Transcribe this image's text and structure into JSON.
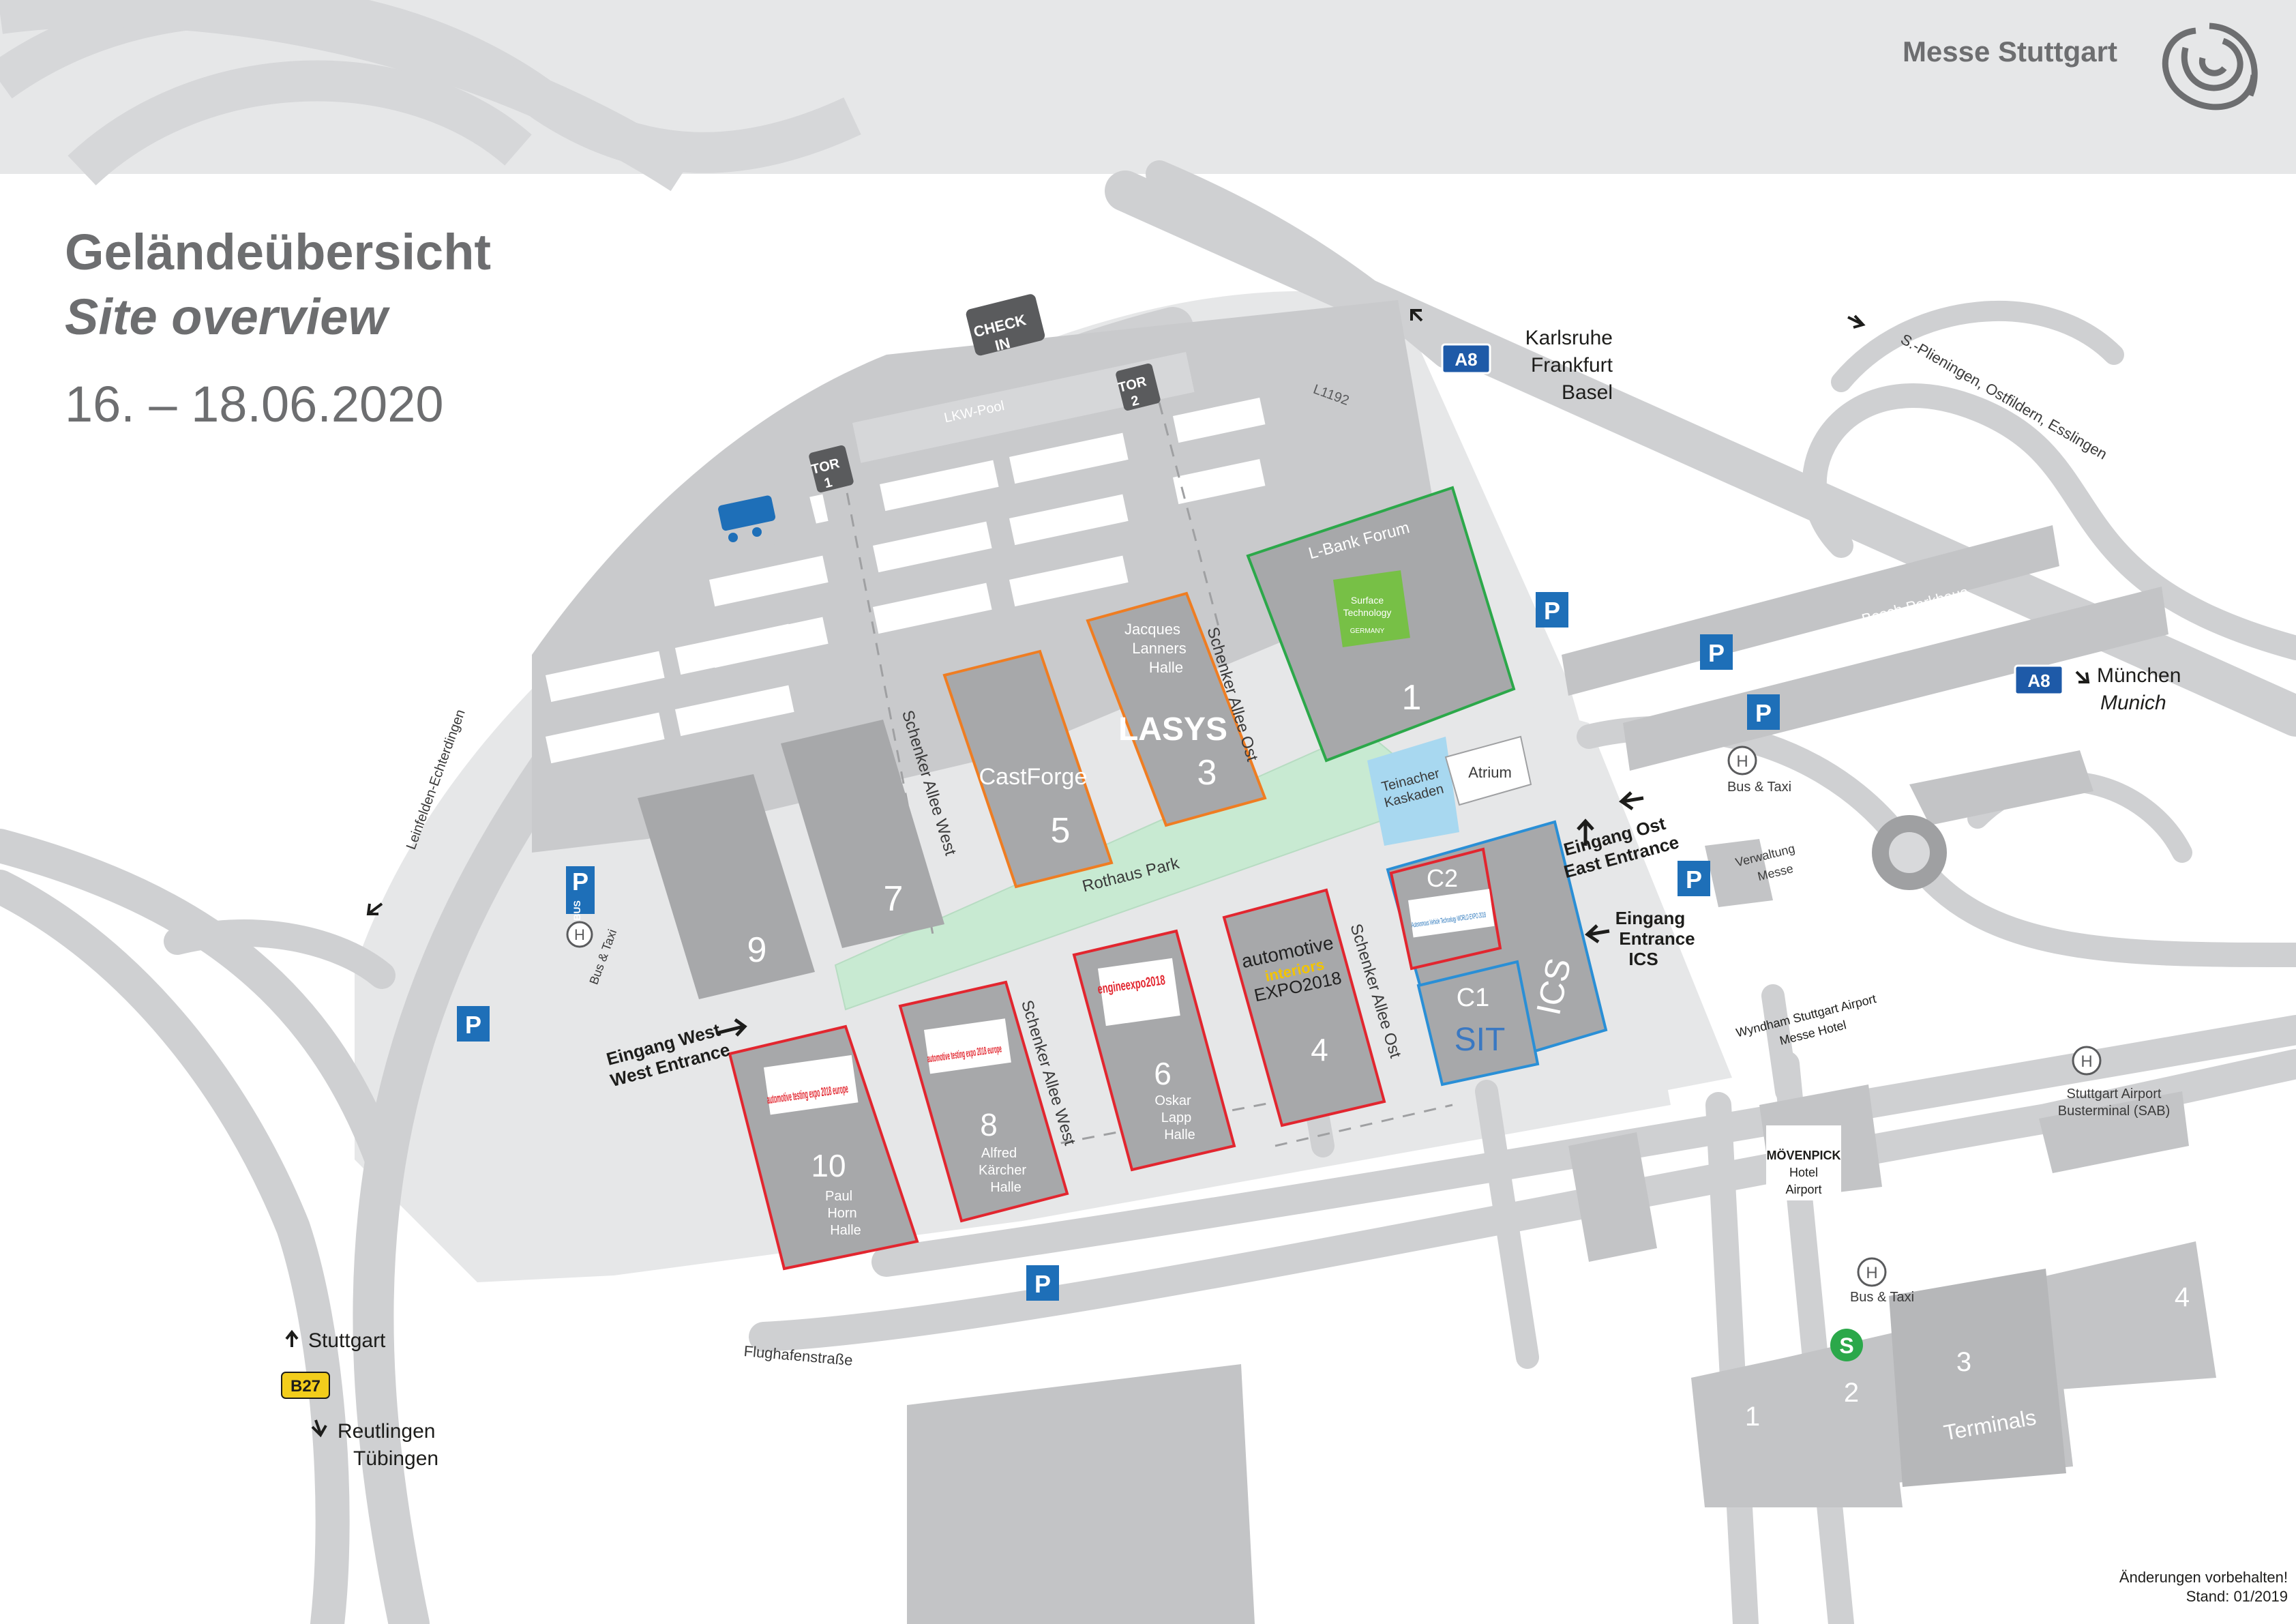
{
  "brand": {
    "name": "Messe Stuttgart",
    "logo_icon": "spiral-fingerprint-icon"
  },
  "title": {
    "de": "Geländeübersicht",
    "en": "Site overview",
    "dates": "16. – 18.06.2020"
  },
  "colors": {
    "halls_bg": "#a7a8aa",
    "ground": "#e6e7e8",
    "roads": "#cfd0d2",
    "red_border": "#e2262f",
    "orange_border": "#ef7d22",
    "green_border": "#2ca84a",
    "blue_border": "#2a8fd6",
    "park": "#c8ead2",
    "parking_blue": "#1e6fb8"
  },
  "gates": {
    "check_in": [
      "CHECK",
      "IN"
    ],
    "tor1": [
      "TOR",
      "1"
    ],
    "tor2": [
      "TOR",
      "2"
    ],
    "lkw_pool": "LKW-Pool",
    "road_l1192": "L1192"
  },
  "highway": {
    "a8_label": "A8",
    "north_dest": [
      "Karlsruhe",
      "Frankfurt",
      "Basel"
    ],
    "east_dest": [
      "München",
      "Munich"
    ],
    "plieningen": "S.-Plieningen, Ostfildern, Esslingen",
    "b27_label": "B27",
    "south_north": "Stuttgart",
    "south_south": [
      "Reutlingen",
      "Tübingen"
    ],
    "leinfelden": "Leinfelden-Echterdingen",
    "flughafenstrasse": "Flughafenstraße"
  },
  "halls": {
    "h1": {
      "number": "1",
      "name": "L-Bank Forum",
      "logo": "Surface Technology GERMANY",
      "logo_lines": [
        "Surface",
        "Technology",
        "GERMANY"
      ]
    },
    "h3": {
      "number": "3",
      "name": [
        "Jacques",
        "Lanners",
        "Halle"
      ],
      "logo": "LASYS"
    },
    "h5": {
      "number": "5",
      "logo": "CastForge"
    },
    "h7": {
      "number": "7"
    },
    "h9": {
      "number": "9"
    },
    "h4": {
      "number": "4",
      "logo": [
        "automotive",
        "interiors",
        "EXPO2018"
      ]
    },
    "h6": {
      "number": "6",
      "name": [
        "Oskar",
        "Lapp",
        "Halle"
      ],
      "logo": "engineexpo2018"
    },
    "h8": {
      "number": "8",
      "name": [
        "Alfred",
        "Kärcher",
        "Halle"
      ],
      "logo": "automotive testing expo 2018 europe"
    },
    "h10": {
      "number": "10",
      "name": [
        "Paul",
        "Horn",
        "Halle"
      ],
      "logo": "automotive testing expo 2018 europe"
    },
    "c1": {
      "number": "C1",
      "logo": "SIT"
    },
    "c2": {
      "number": "C2",
      "logo": "Autonomous Vehicle Technology WORLD EXPO 2018"
    },
    "ics": {
      "number": "ICS"
    }
  },
  "streets": {
    "schenker_west": "Schenker Allee West",
    "schenker_ost": "Schenker Allee Ost",
    "rothaus_park": "Rothaus Park",
    "atrium": "Atrium",
    "teinacher": [
      "Teinacher",
      "Kaskaden"
    ]
  },
  "entrances": {
    "west": [
      "Eingang West",
      "West Entrance"
    ],
    "east": [
      "Eingang Ost",
      "East Entrance"
    ],
    "ics": [
      "Eingang",
      "Entrance",
      "ICS"
    ]
  },
  "poi": {
    "bus_taxi": "Bus & Taxi",
    "bus_label": "BUS",
    "bosch_parkhaus": "Bosch Parkhaus",
    "verwaltung": [
      "Verwaltung",
      "Messe"
    ],
    "wyndham": [
      "Wyndham Stuttgart Airport",
      "Messe Hotel"
    ],
    "moevenpick": [
      "MÖVENPICK",
      "Hotel",
      "Airport"
    ],
    "sab": [
      "Stuttgart Airport",
      "Busterminal (SAB)"
    ],
    "terminals": "Terminals",
    "terminal_numbers": [
      "1",
      "2",
      "3",
      "4"
    ],
    "s_bahn": "S",
    "parking": "P",
    "halt": "H"
  },
  "footer": {
    "note": "Änderungen vorbehalten!",
    "version": "Stand: 01/2019"
  }
}
